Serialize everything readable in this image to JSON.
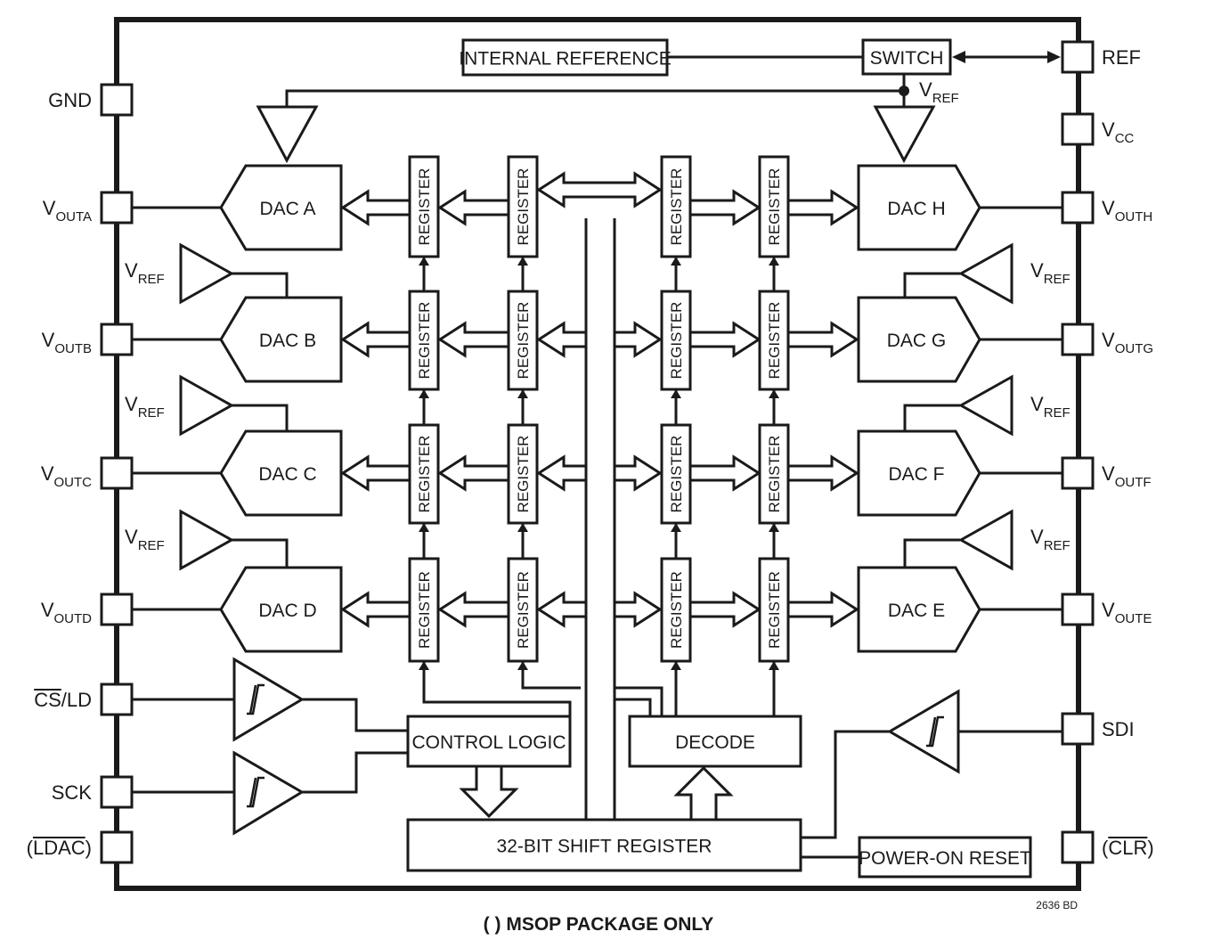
{
  "blocks": {
    "internal_reference": "INTERNAL REFERENCE",
    "switch": "SWITCH",
    "control_logic": "CONTROL LOGIC",
    "decode": "DECODE",
    "shift_register": "32-BIT SHIFT REGISTER",
    "power_on_reset": "POWER-ON RESET",
    "register": "REGISTER",
    "dacs": [
      "DAC A",
      "DAC B",
      "DAC C",
      "DAC D",
      "DAC E",
      "DAC F",
      "DAC G",
      "DAC H"
    ]
  },
  "vref": {
    "main": "V",
    "sub": "REF"
  },
  "pins_left": [
    {
      "main": "GND",
      "sub": ""
    },
    {
      "main": "V",
      "sub": "OUTA"
    },
    {
      "main": "V",
      "sub": "OUTB"
    },
    {
      "main": "V",
      "sub": "OUTC"
    },
    {
      "main": "V",
      "sub": "OUTD"
    },
    {
      "main": "CS/LD",
      "sub": ""
    },
    {
      "main": "SCK",
      "sub": ""
    },
    {
      "main": "(LDAC)",
      "sub": ""
    }
  ],
  "pins_right": [
    {
      "main": "REF",
      "sub": ""
    },
    {
      "main": "V",
      "sub": "CC"
    },
    {
      "main": "V",
      "sub": "OUTH"
    },
    {
      "main": "V",
      "sub": "OUTG"
    },
    {
      "main": "V",
      "sub": "OUTF"
    },
    {
      "main": "V",
      "sub": "OUTE"
    },
    {
      "main": "SDI",
      "sub": ""
    },
    {
      "main": "(CLR)",
      "sub": ""
    }
  ],
  "figure_id": "2636 BD",
  "footnote": "( ) MSOP PACKAGE ONLY"
}
